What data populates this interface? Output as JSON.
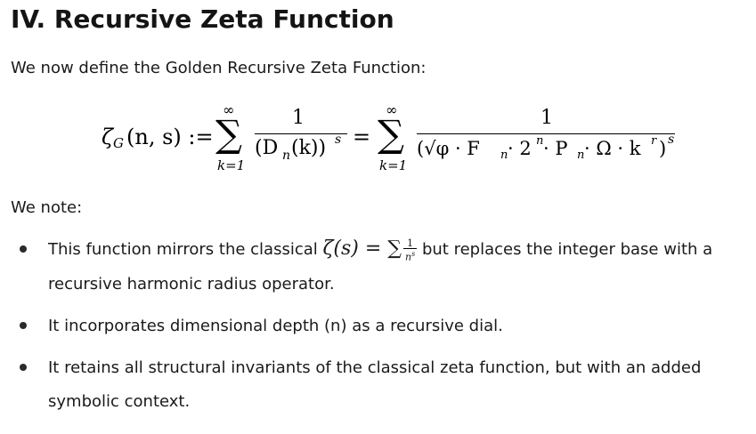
{
  "heading": "IV. Recursive Zeta Function",
  "intro": "We now define the Golden Recursive Zeta Function:",
  "equation": {
    "lhs_zeta": "ζ",
    "lhs_sub": "G",
    "lhs_args": "(n, s) :=",
    "sum_top": "∞",
    "sum_symbol": "∑",
    "sum_bottom": "k=1",
    "frac1_num": "1",
    "frac1_den": "(D",
    "frac1_den_sub": "n",
    "frac1_den_rest": "(k))",
    "frac1_den_exp": "s",
    "equals": "=",
    "frac2_num": "1",
    "frac2_den": "(√φ · F",
    "frac2_sub_n1": "n",
    "frac2_mid1": " · 2",
    "frac2_exp_n": "n",
    "frac2_mid2": " · P",
    "frac2_sub_n2": "n",
    "frac2_mid3": " · Ω · k",
    "frac2_exp_r": "r",
    "frac2_close": ")",
    "frac2_exp_s": "s"
  },
  "note": "We note:",
  "bullets": [
    {
      "text_before": "This function mirrors the classical",
      "math": "ζ(s) = ∑",
      "frac_num": "1",
      "frac_den": "n",
      "frac_den_exp": "s",
      "text_after": "but replaces the integer base with a",
      "line2": "recursive harmonic radius operator."
    },
    {
      "text": "It incorporates dimensional depth (n) as a recursive dial."
    },
    {
      "line1": "It retains all structural invariants of the classical zeta function, but with an added",
      "line2": "symbolic context."
    }
  ]
}
